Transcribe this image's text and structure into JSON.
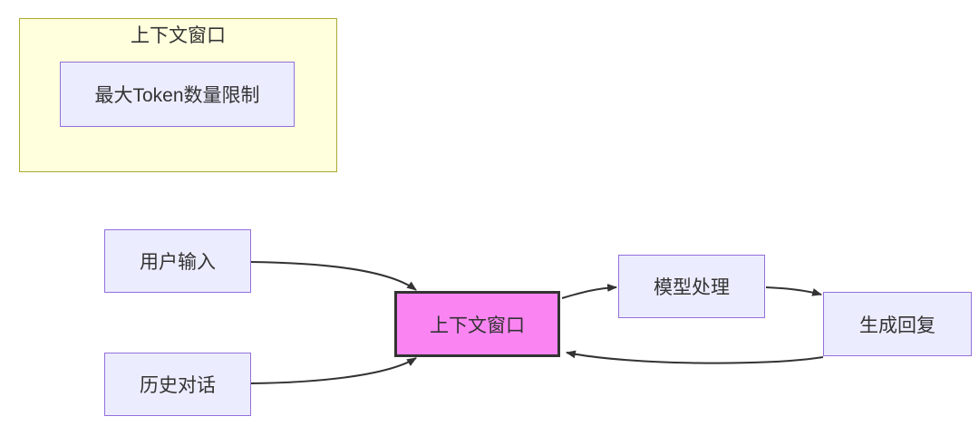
{
  "diagram": {
    "type": "flowchart",
    "colors": {
      "background": "#ffffff",
      "node_fill": "#ECECFF",
      "node_border": "#9370DB",
      "cluster_fill": "#ffffde",
      "cluster_border": "#aaaa33",
      "highlight_fill": "#fa85f2",
      "highlight_border": "#333333",
      "edge_color": "#333333",
      "text_color": "#333333"
    },
    "cluster": {
      "title": "上下文窗口",
      "node_label": "最大Token数量限制"
    },
    "nodes": {
      "user_input": "用户输入",
      "history": "历史对话",
      "context": "上下文窗口",
      "model": "模型处理",
      "reply": "生成回复"
    },
    "edges": [
      {
        "from": "用户输入",
        "to": "上下文窗口"
      },
      {
        "from": "历史对话",
        "to": "上下文窗口"
      },
      {
        "from": "上下文窗口",
        "to": "模型处理"
      },
      {
        "from": "模型处理",
        "to": "生成回复"
      },
      {
        "from": "生成回复",
        "to": "上下文窗口"
      }
    ]
  }
}
